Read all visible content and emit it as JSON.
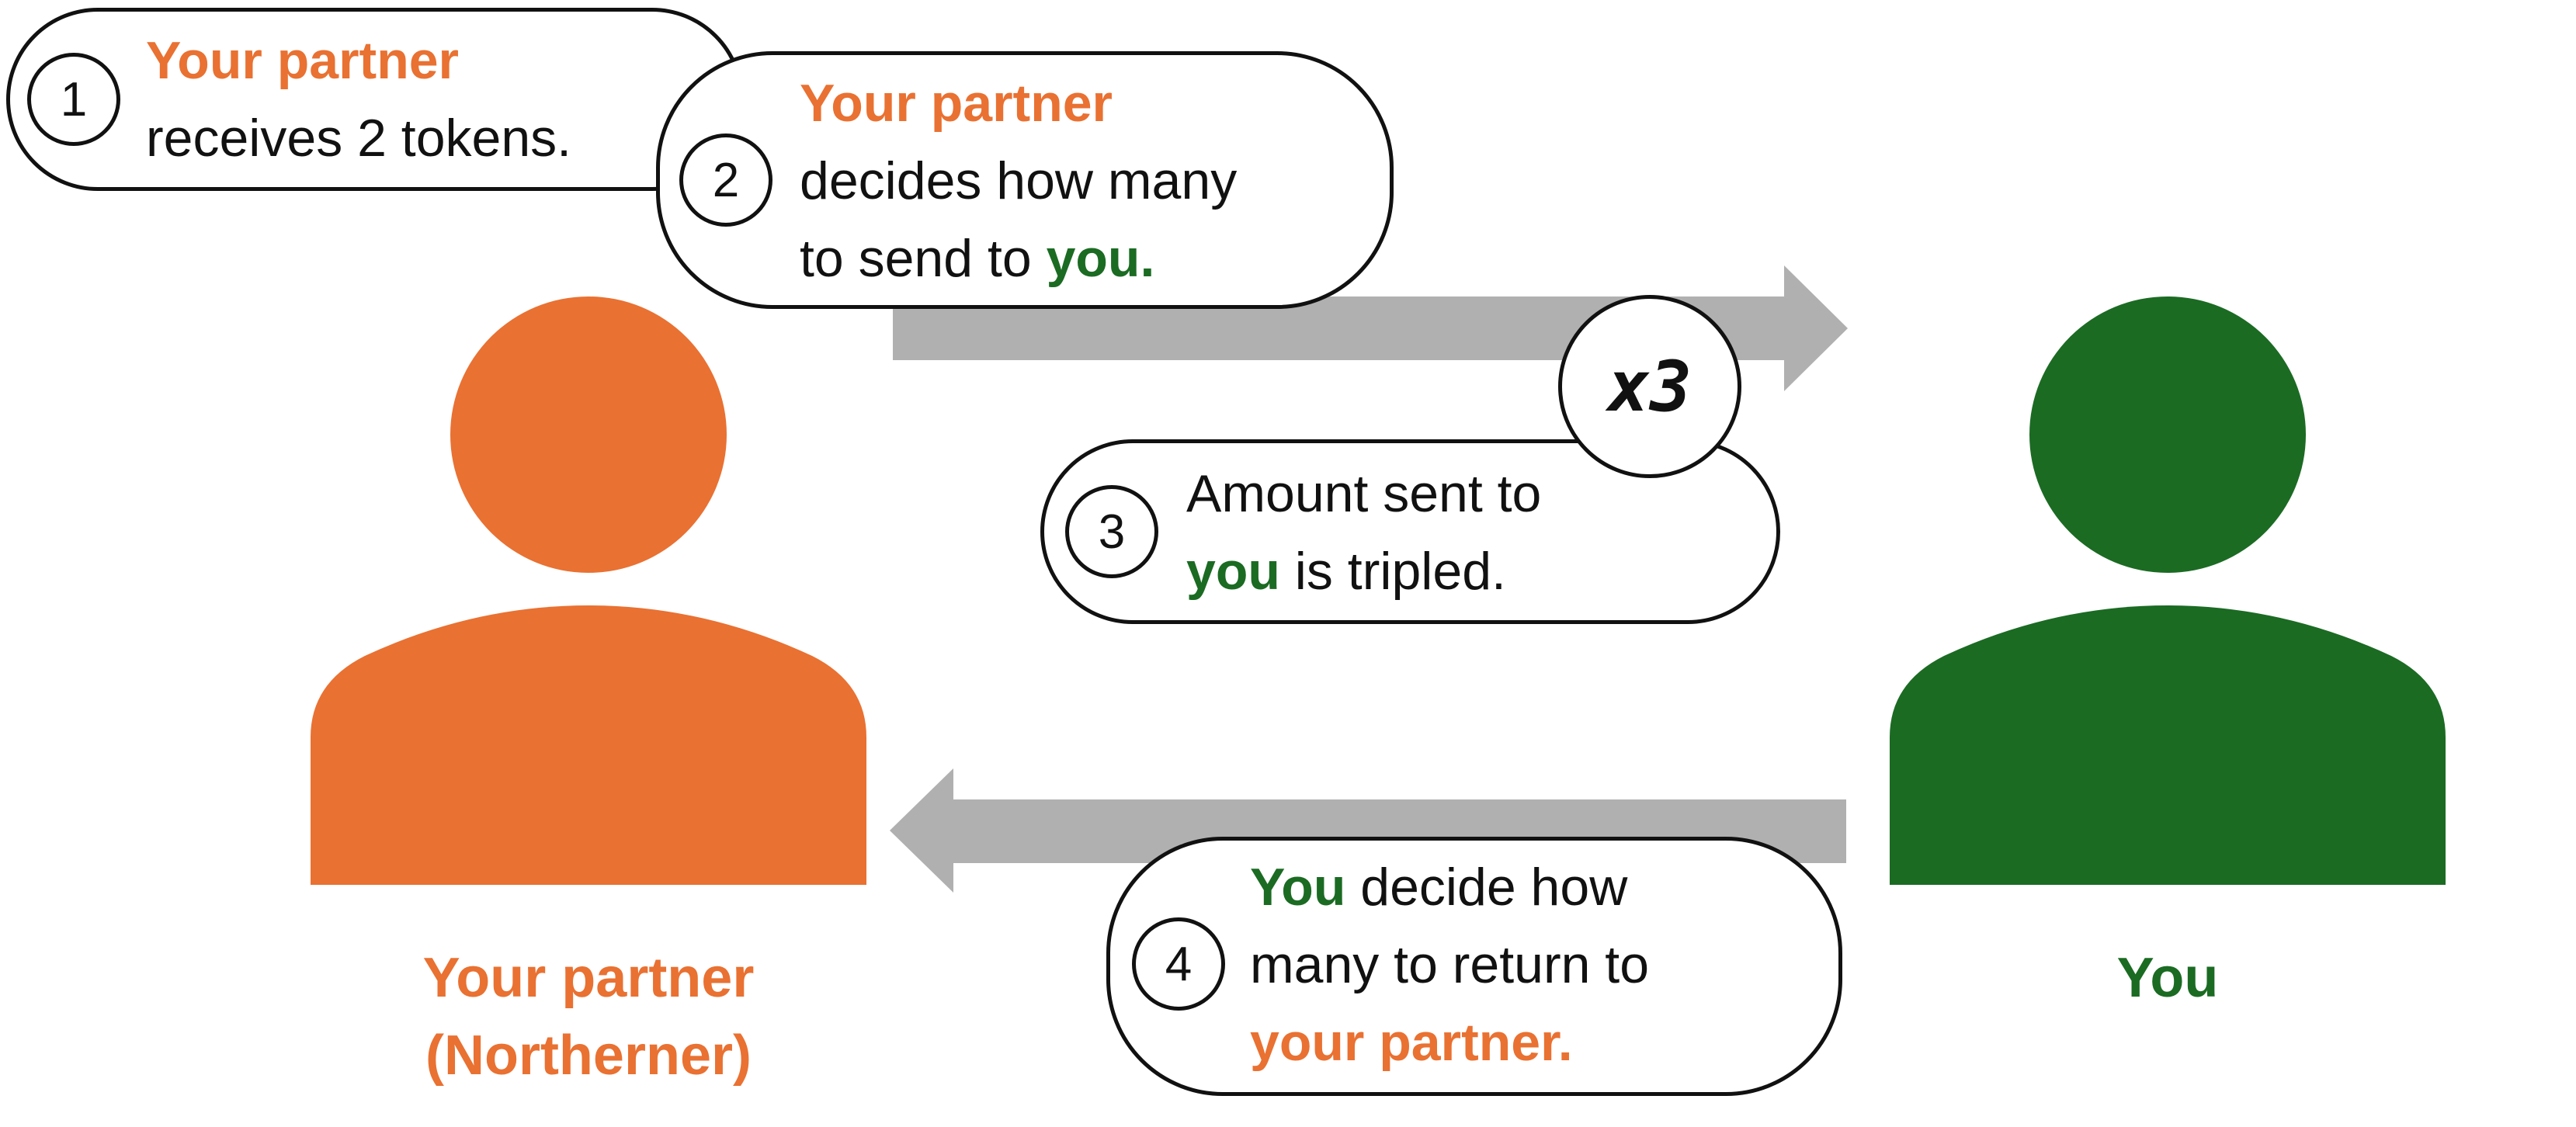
{
  "colors": {
    "partner": "#E97132",
    "you": "#1B6B23",
    "arrow": "#B0B0B0",
    "outline": "#111111"
  },
  "steps": [
    {
      "number": "1",
      "line1_a": "Your partner",
      "line2": "receives 2 tokens."
    },
    {
      "number": "2",
      "line1": "Your partner",
      "line2": "decides how many",
      "line3_a": "to send to ",
      "line3_b": "you."
    },
    {
      "number": "3",
      "line1": "Amount sent to",
      "line2_a": "you",
      "line2_b": " is tripled."
    },
    {
      "number": "4",
      "line1_a": "You",
      "line1_b": " decide how",
      "line2": "many to return to",
      "line3": "your partner."
    }
  ],
  "multiplier": "x3",
  "partner_caption": [
    "Your partner",
    "(Northerner)"
  ],
  "you_caption": "You",
  "icons": {
    "partner": "person-icon",
    "you": "person-icon"
  }
}
